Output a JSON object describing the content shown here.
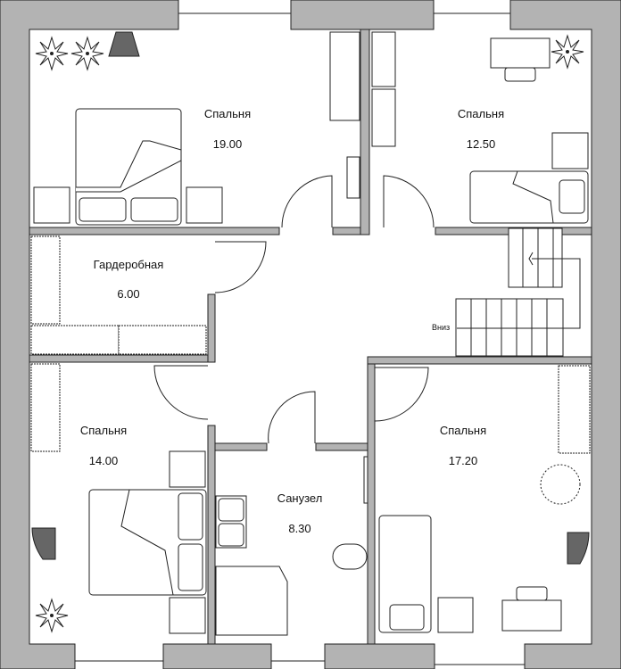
{
  "plan": {
    "wall_color": "#b3b3b3",
    "line_color": "#222222",
    "rooms": [
      {
        "id": "bedroom-nw",
        "name": "Спальня",
        "area": "19.00"
      },
      {
        "id": "bedroom-ne",
        "name": "Спальня",
        "area": "12.50"
      },
      {
        "id": "wardrobe",
        "name": "Гардеробная",
        "area": "6.00"
      },
      {
        "id": "bedroom-sw",
        "name": "Спальня",
        "area": "14.00"
      },
      {
        "id": "bathroom",
        "name": "Санузел",
        "area": "8.30"
      },
      {
        "id": "bedroom-se",
        "name": "Спальня",
        "area": "17.20"
      }
    ],
    "stairs_label": "Вниз"
  }
}
